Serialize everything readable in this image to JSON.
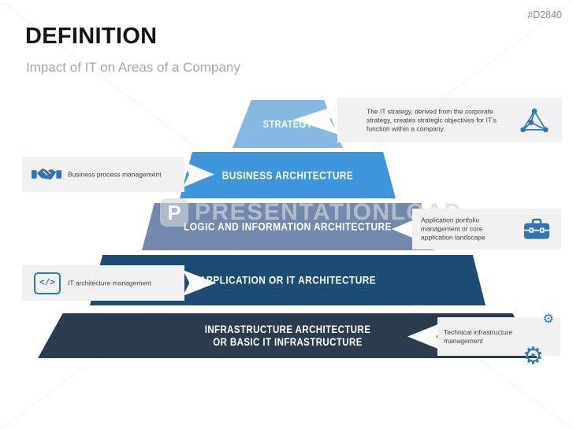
{
  "slide": {
    "code": "#D2840",
    "title": "DEFINITION",
    "subtitle": "Impact of IT on Areas of a Company",
    "watermark": {
      "logo_letter": "P",
      "text": "PRESENTATIONLOAD"
    }
  },
  "pyramid": {
    "levels": [
      {
        "label": "STRATEGY",
        "color": "#85b9e4"
      },
      {
        "label": "BUSINESS ARCHITECTURE",
        "color": "#3d96dc"
      },
      {
        "label": "LOGIC AND INFORMATION ARCHITECTURE",
        "color": "#7289ad"
      },
      {
        "label": "APPLICATION OR IT ARCHITECTURE",
        "color": "#1c4b74"
      },
      {
        "label": "INFRASTRUCTURE ARCHITECTURE\nOR BASIC IT INFRASTRUCTURE",
        "color": "#2c3c4f"
      }
    ]
  },
  "callouts": [
    {
      "side": "right",
      "icon": "network-icon",
      "text": "The IT strategy, derived from the corporate strategy, creates strategic objectives for IT’s function within a company."
    },
    {
      "side": "left",
      "icon": "handshake-icon",
      "text": "Business process management"
    },
    {
      "side": "right",
      "icon": "toolbox-icon",
      "text": "Application portfolio management or core application landscape"
    },
    {
      "side": "left",
      "icon": "code-icon",
      "text": "IT architecture management",
      "icon_glyph": "</>"
    },
    {
      "side": "right",
      "icon": "gears-icon",
      "text": "Technical infrastructure management",
      "icon_glyph_big": "⚙",
      "icon_glyph_small": "⚙"
    }
  ],
  "colors": {
    "icon_accent": "#2e75b6",
    "callout_background": "#f1f1f2",
    "callout_text": "#404040",
    "subtitle_gray": "#a6a6a6",
    "slide_code_gray": "#8a8a8a"
  }
}
